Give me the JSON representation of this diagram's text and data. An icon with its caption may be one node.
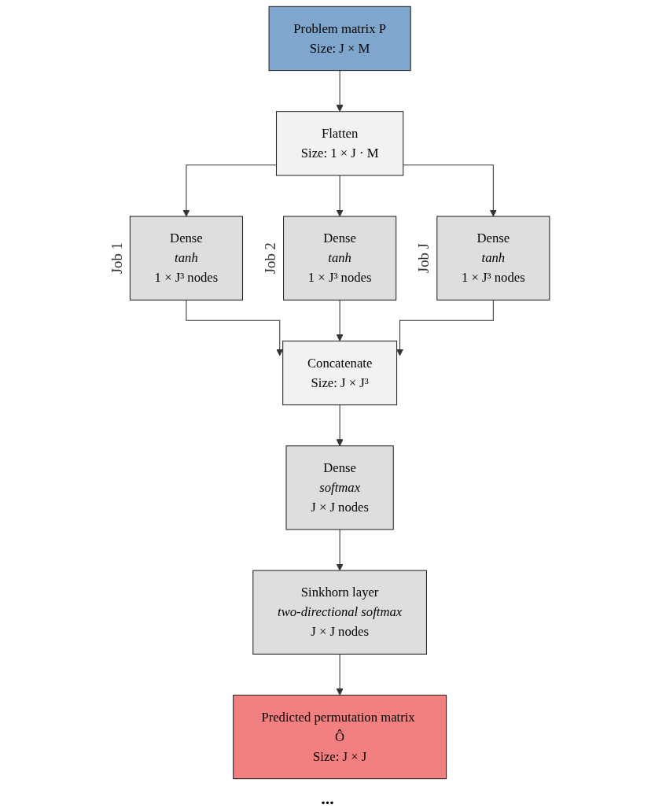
{
  "diagram": {
    "nodes": [
      {
        "text": [
          "Problem matrix P",
          "Size: J × M"
        ]
      },
      {
        "text": [
          "Flatten",
          "Size: 1 × J · M"
        ]
      },
      {
        "text": [
          "Dense",
          "tanh",
          "1 × J³ nodes"
        ],
        "beside": [
          "Job 1"
        ]
      },
      {
        "text": [
          "Dense",
          "tanh",
          "1 × J³ nodes"
        ],
        "beside": [
          "Job 2"
        ]
      },
      {
        "text": [
          "Dense",
          "tanh",
          "1 × J³ nodes"
        ],
        "beside": [
          "Job J"
        ]
      },
      {
        "text": [
          "Concatenate",
          "Size: J × J³"
        ]
      },
      {
        "text": [
          "Dense",
          "softmax",
          "J × J nodes"
        ]
      },
      {
        "text": [
          "Sinkhorn layer",
          "two-directional softmax",
          "J × J nodes"
        ]
      },
      {
        "text": [
          "Predicted permutation matrix Ô",
          "Size: J × J"
        ]
      }
    ],
    "edges": [
      {
        "from": 0,
        "to": 1,
        "arrow": "to"
      },
      {
        "from": 1,
        "to": 2,
        "arrow": "to"
      },
      {
        "from": 1,
        "to": 3,
        "arrow": "to"
      },
      {
        "from": 1,
        "to": 4,
        "arrow": "to"
      },
      {
        "from": 2,
        "to": 5,
        "arrow": "to"
      },
      {
        "from": 3,
        "to": 5,
        "arrow": "to"
      },
      {
        "from": 4,
        "to": 5,
        "arrow": "to"
      },
      {
        "from": 5,
        "to": 6,
        "arrow": "to"
      },
      {
        "from": 6,
        "to": 7,
        "arrow": "to"
      },
      {
        "from": 7,
        "to": 8,
        "arrow": "to"
      }
    ],
    "labels": [
      "..."
    ]
  }
}
